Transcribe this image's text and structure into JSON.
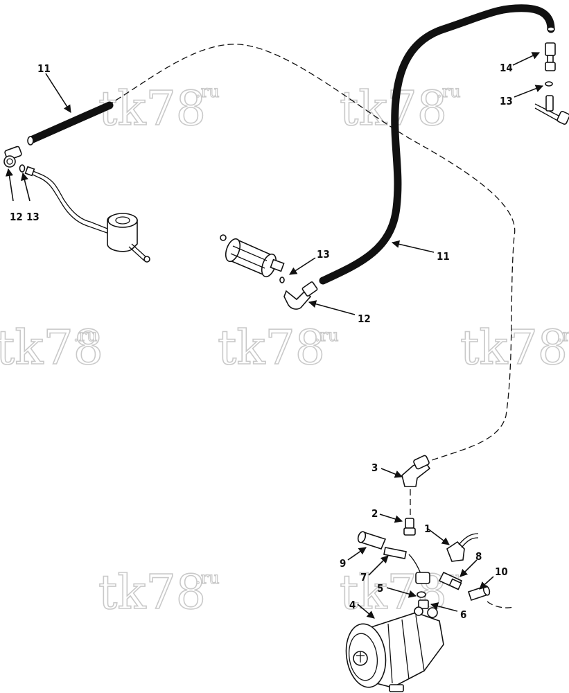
{
  "watermark": {
    "main": "tk78",
    "suffix": ".ru"
  },
  "callouts": {
    "c1": "1",
    "c2": "2",
    "c3": "3",
    "c4": "4",
    "c5": "5",
    "c6": "6",
    "c7": "7",
    "c8": "8",
    "c9": "9",
    "c10": "10",
    "c11a": "11",
    "c11b": "11",
    "c12a": "12",
    "c12b": "12",
    "c13a": "13",
    "c13b": "13",
    "c13c": "13",
    "c14": "14"
  }
}
